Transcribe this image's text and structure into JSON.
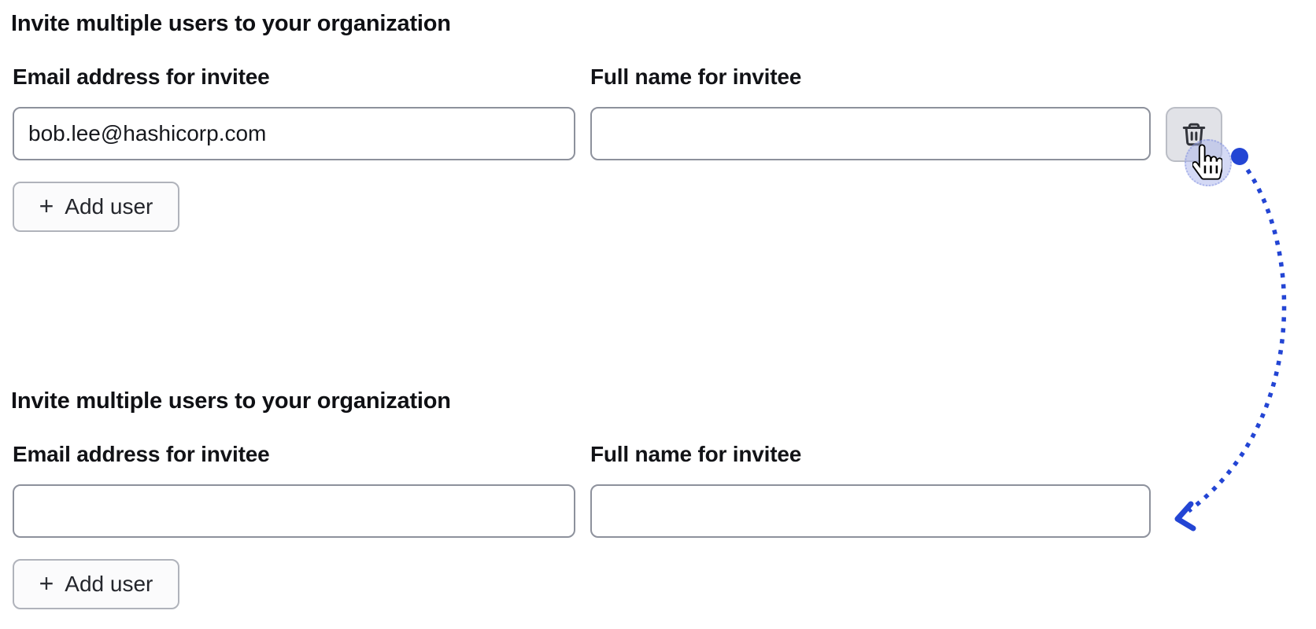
{
  "sections": {
    "before": {
      "heading": "Invite multiple users to your organization",
      "email_label": "Email address for invitee",
      "name_label": "Full name for invitee",
      "email_value": "bob.lee@hashicorp.com",
      "name_value": "",
      "plus_glyph": "+",
      "add_user_label": "Add user"
    },
    "after": {
      "heading": "Invite multiple users to your organization",
      "email_label": "Email address for invitee",
      "name_label": "Full name for invitee",
      "email_value": "",
      "name_value": "",
      "plus_glyph": "+",
      "add_user_label": "Add user"
    }
  },
  "annotation": {
    "arrow_color": "#2345d4",
    "trash_icon_color": "#32343b",
    "halo_color": "rgba(170,180,236,0.5)"
  }
}
